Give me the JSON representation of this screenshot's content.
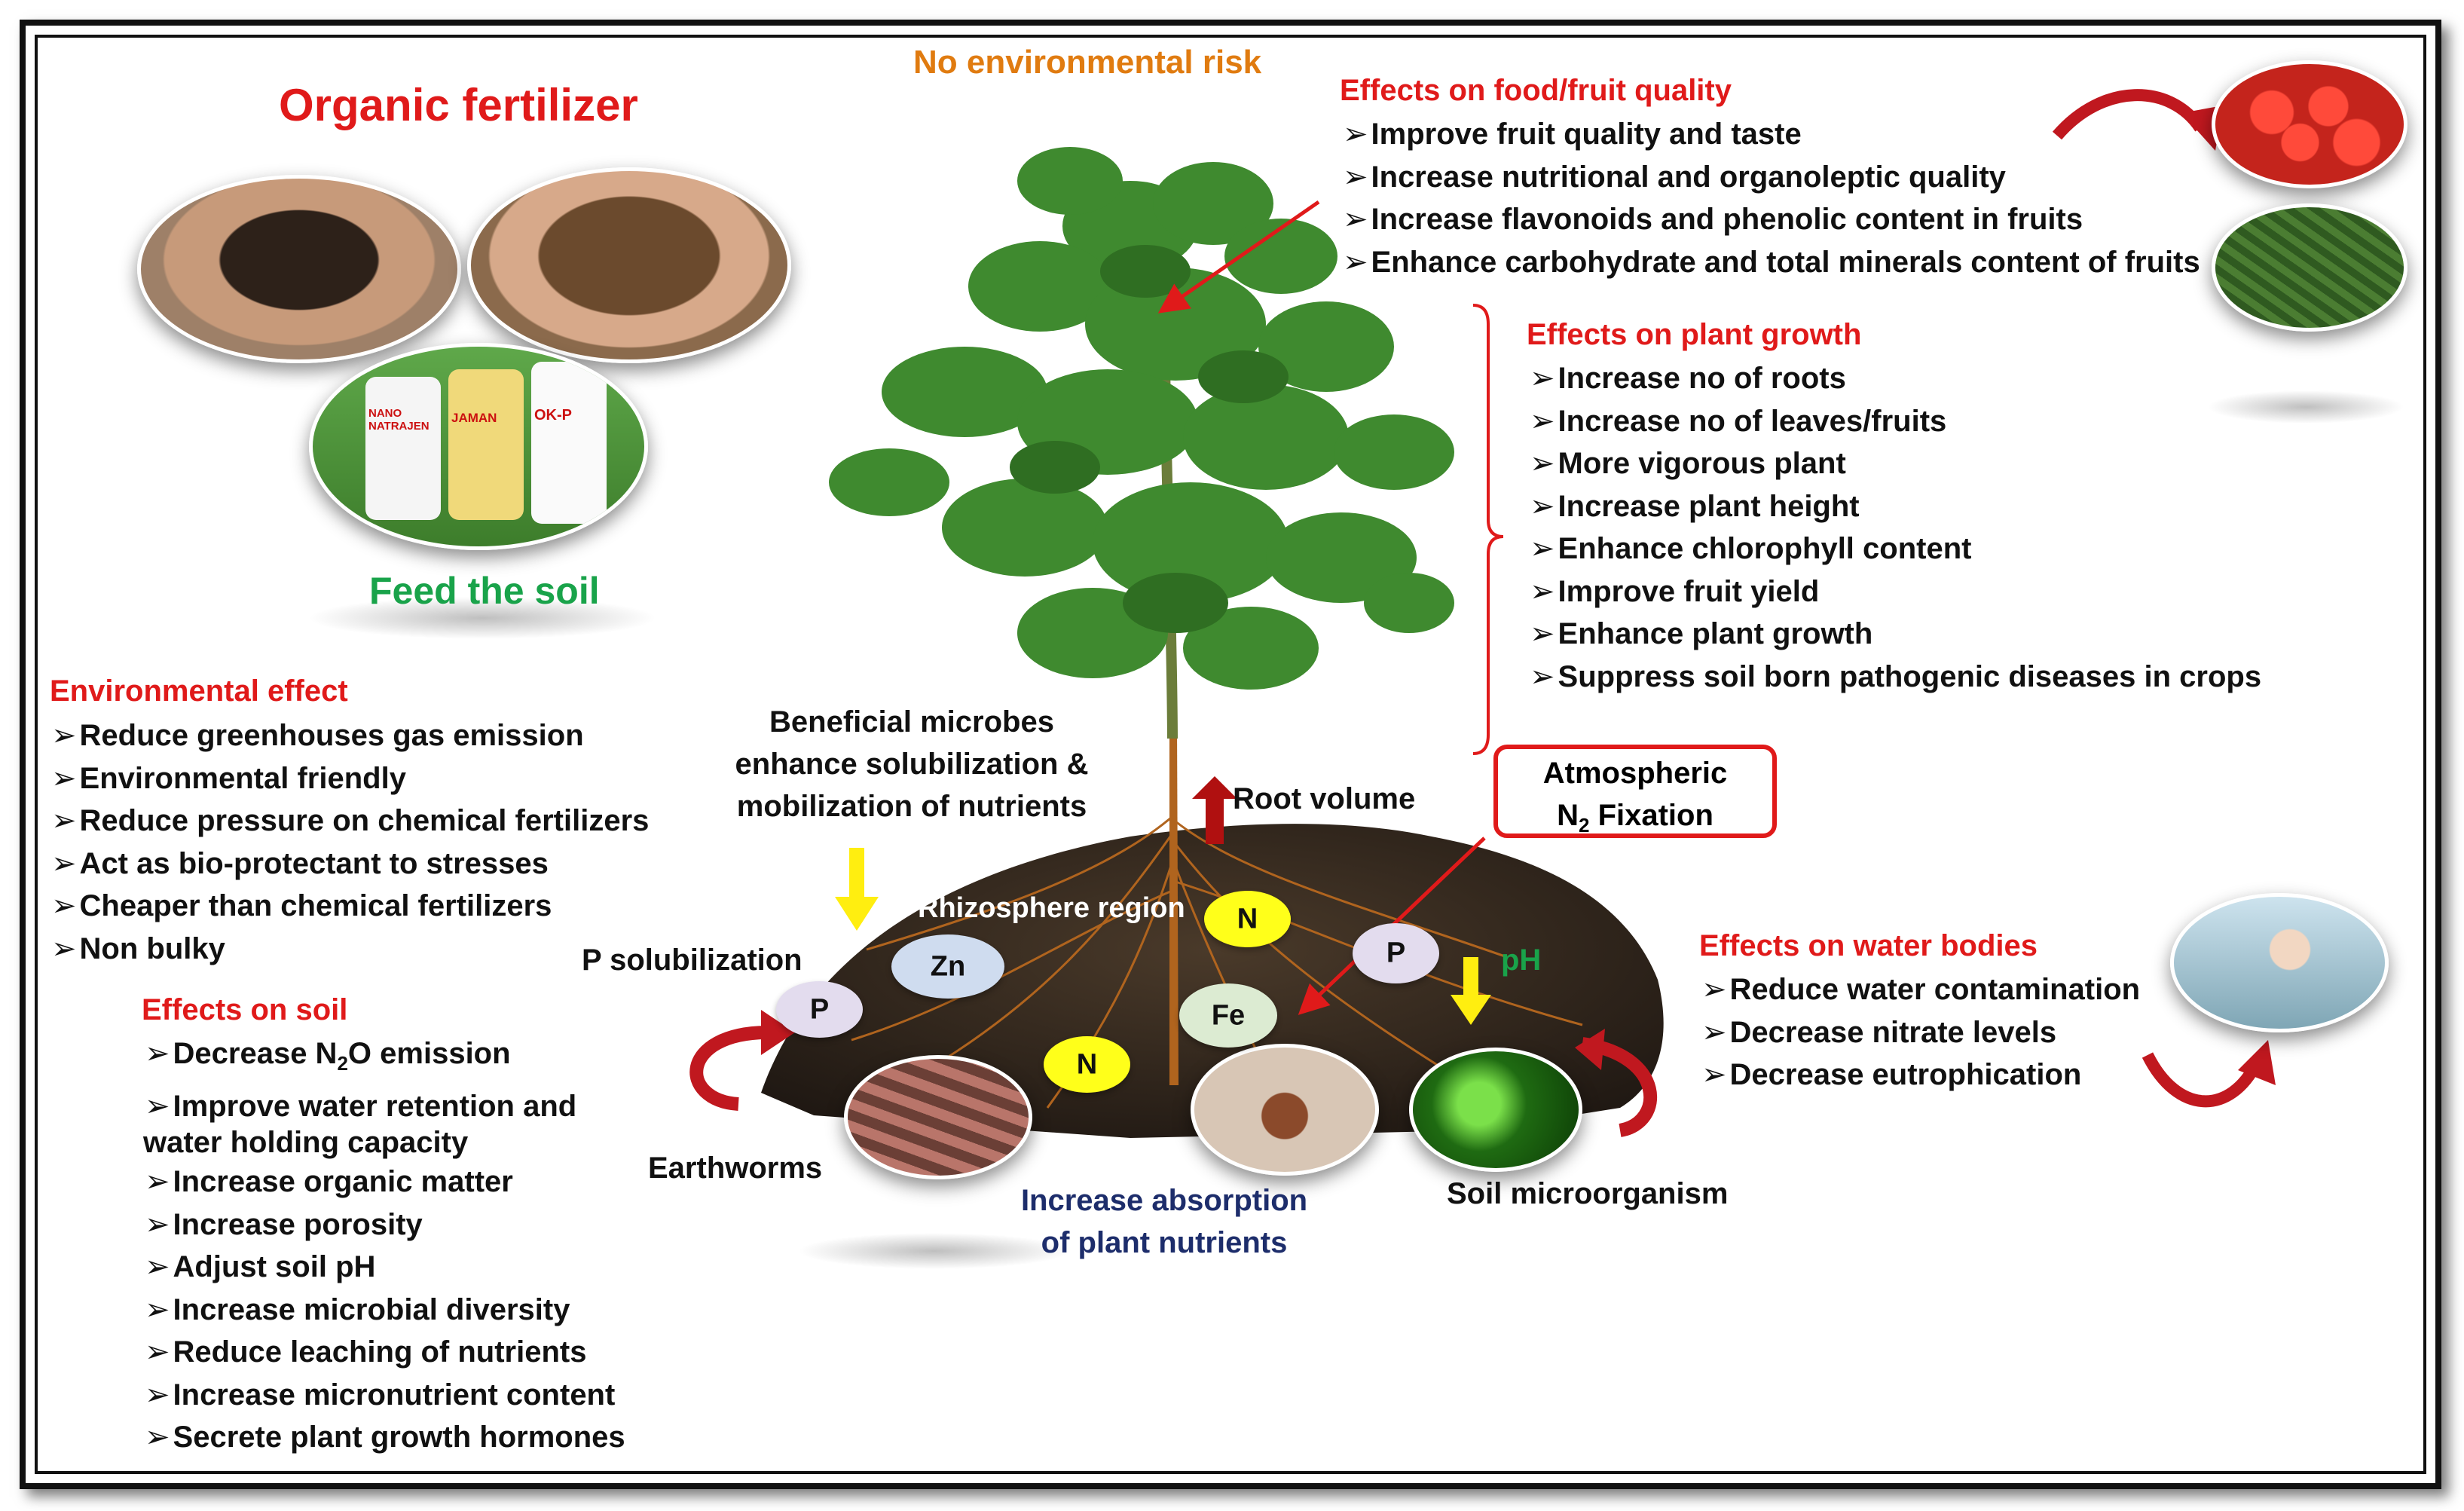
{
  "header": {
    "title": "Organic fertilizer",
    "risk_note": "No environmental risk",
    "feed_note": "Feed the soil"
  },
  "fertilizer_bottles": [
    "NANO NATRAJEN",
    "JAMAN",
    "OK-P"
  ],
  "food_quality": {
    "heading": "Effects on food/fruit quality",
    "items": [
      "Improve fruit quality and taste",
      "Increase nutritional and organoleptic quality",
      "Increase flavonoids and phenolic content in fruits",
      "Enhance carbohydrate and total minerals content  of fruits"
    ]
  },
  "plant_growth": {
    "heading": "Effects on plant growth",
    "items": [
      "Increase no of roots",
      "Increase no of leaves/fruits",
      "More vigorous plant",
      "Increase plant height",
      "Enhance chlorophyll content",
      "Improve fruit yield",
      "Enhance plant growth",
      "Suppress soil born pathogenic diseases in crops"
    ]
  },
  "environmental": {
    "heading": "Environmental effect",
    "items": [
      "Reduce greenhouses gas emission",
      "Environmental friendly",
      "Reduce pressure on chemical fertilizers",
      "Act as bio-protectant to  stresses",
      "Cheaper than chemical fertilizers",
      "Non bulky"
    ]
  },
  "soil": {
    "heading": "Effects on soil",
    "n2o_pre": "Decrease N",
    "n2o_sub": "2",
    "n2o_post": "O emission",
    "items_a": [
      "Improve water retention and"
    ],
    "wrap_line": "water holding capacity",
    "items_b": [
      "Increase organic matter",
      "Increase porosity",
      "Adjust soil pH",
      "Increase microbial diversity",
      "Reduce leaching of nutrients",
      "Increase micronutrient content",
      "Secrete plant growth hormones"
    ]
  },
  "water": {
    "heading": "Effects on water bodies",
    "items": [
      "Reduce water contamination",
      "Decrease nitrate levels",
      "Decrease eutrophication"
    ]
  },
  "center": {
    "microbes_lines": [
      "Beneficial microbes",
      "enhance solubilization &",
      "mobilization of nutrients"
    ],
    "root_volume": "Root volume",
    "n2_line1": "Atmospheric",
    "n2_pre": "N",
    "n2_sub": "2",
    "n2_post": " Fixation",
    "rhizosphere": "Rhizosphere region",
    "p_solubilization": "P solubilization",
    "ph": "pH",
    "earthworms": "Earthworms",
    "soil_micro": "Soil microorganism",
    "absorption_lines": [
      "Increase absorption",
      "of plant nutrients"
    ]
  },
  "nutrients": {
    "zn": "Zn",
    "n1": "N",
    "p1": "P",
    "p2": "P",
    "fe": "Fe",
    "n2": "N"
  },
  "colors": {
    "heading_red": "#e01a1a",
    "feed_green": "#19a34a",
    "risk_orange": "#e07b10",
    "absorption_navy": "#1d2d6b",
    "nutrient_yellow": "#ffff1a"
  }
}
